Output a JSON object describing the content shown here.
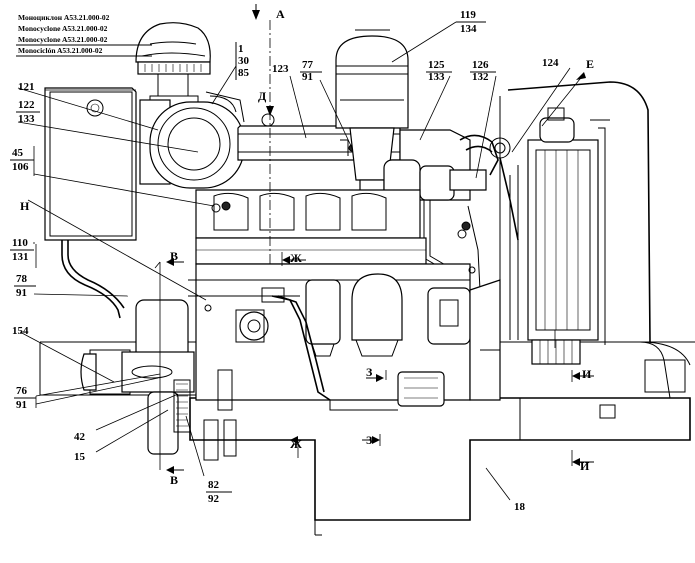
{
  "title_block": {
    "lines": [
      "Моноциклон А53.21.000-02",
      "Monocyclone A53.21.000-02",
      "Monocyclone A53.21.000-02",
      "Monociclón A53.21.000-02"
    ]
  },
  "section_marks": [
    "А",
    "Д",
    "Е",
    "Н",
    "В",
    "Ж",
    "З",
    "И",
    "В",
    "Ж",
    "З",
    "И"
  ],
  "callouts": [
    {
      "id": "c1",
      "lines": [
        "1",
        "30",
        "85"
      ]
    },
    {
      "id": "c2",
      "lines": [
        "119",
        "134"
      ]
    },
    {
      "id": "c3",
      "lines": [
        "121"
      ]
    },
    {
      "id": "c4",
      "lines": [
        "122",
        "133"
      ]
    },
    {
      "id": "c5",
      "lines": [
        "123"
      ]
    },
    {
      "id": "c6",
      "lines": [
        "77",
        "91"
      ]
    },
    {
      "id": "c7",
      "lines": [
        "125",
        "133"
      ]
    },
    {
      "id": "c8",
      "lines": [
        "126",
        "132"
      ]
    },
    {
      "id": "c9",
      "lines": [
        "124"
      ]
    },
    {
      "id": "c10",
      "lines": [
        "45",
        "106"
      ]
    },
    {
      "id": "c11",
      "lines": [
        "110",
        "131"
      ]
    },
    {
      "id": "c12",
      "lines": [
        "78",
        "91"
      ]
    },
    {
      "id": "c13",
      "lines": [
        "154"
      ]
    },
    {
      "id": "c14",
      "lines": [
        "76",
        "91"
      ]
    },
    {
      "id": "c15",
      "lines": [
        "42"
      ]
    },
    {
      "id": "c16",
      "lines": [
        "15"
      ]
    },
    {
      "id": "c17",
      "lines": [
        "82",
        "92"
      ]
    },
    {
      "id": "c18",
      "lines": [
        "18"
      ]
    }
  ]
}
